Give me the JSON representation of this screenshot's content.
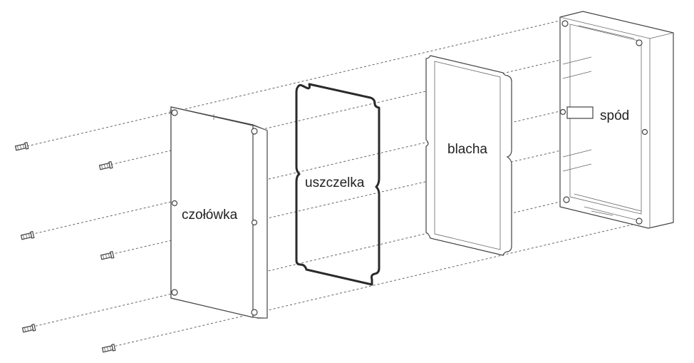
{
  "labels": {
    "front": "czołówka",
    "gasket": "uszczelka",
    "plate": "blacha",
    "base": "spód"
  },
  "colors": {
    "line": "#444444",
    "gasket": "#2a2a2a",
    "background": "#ffffff"
  }
}
